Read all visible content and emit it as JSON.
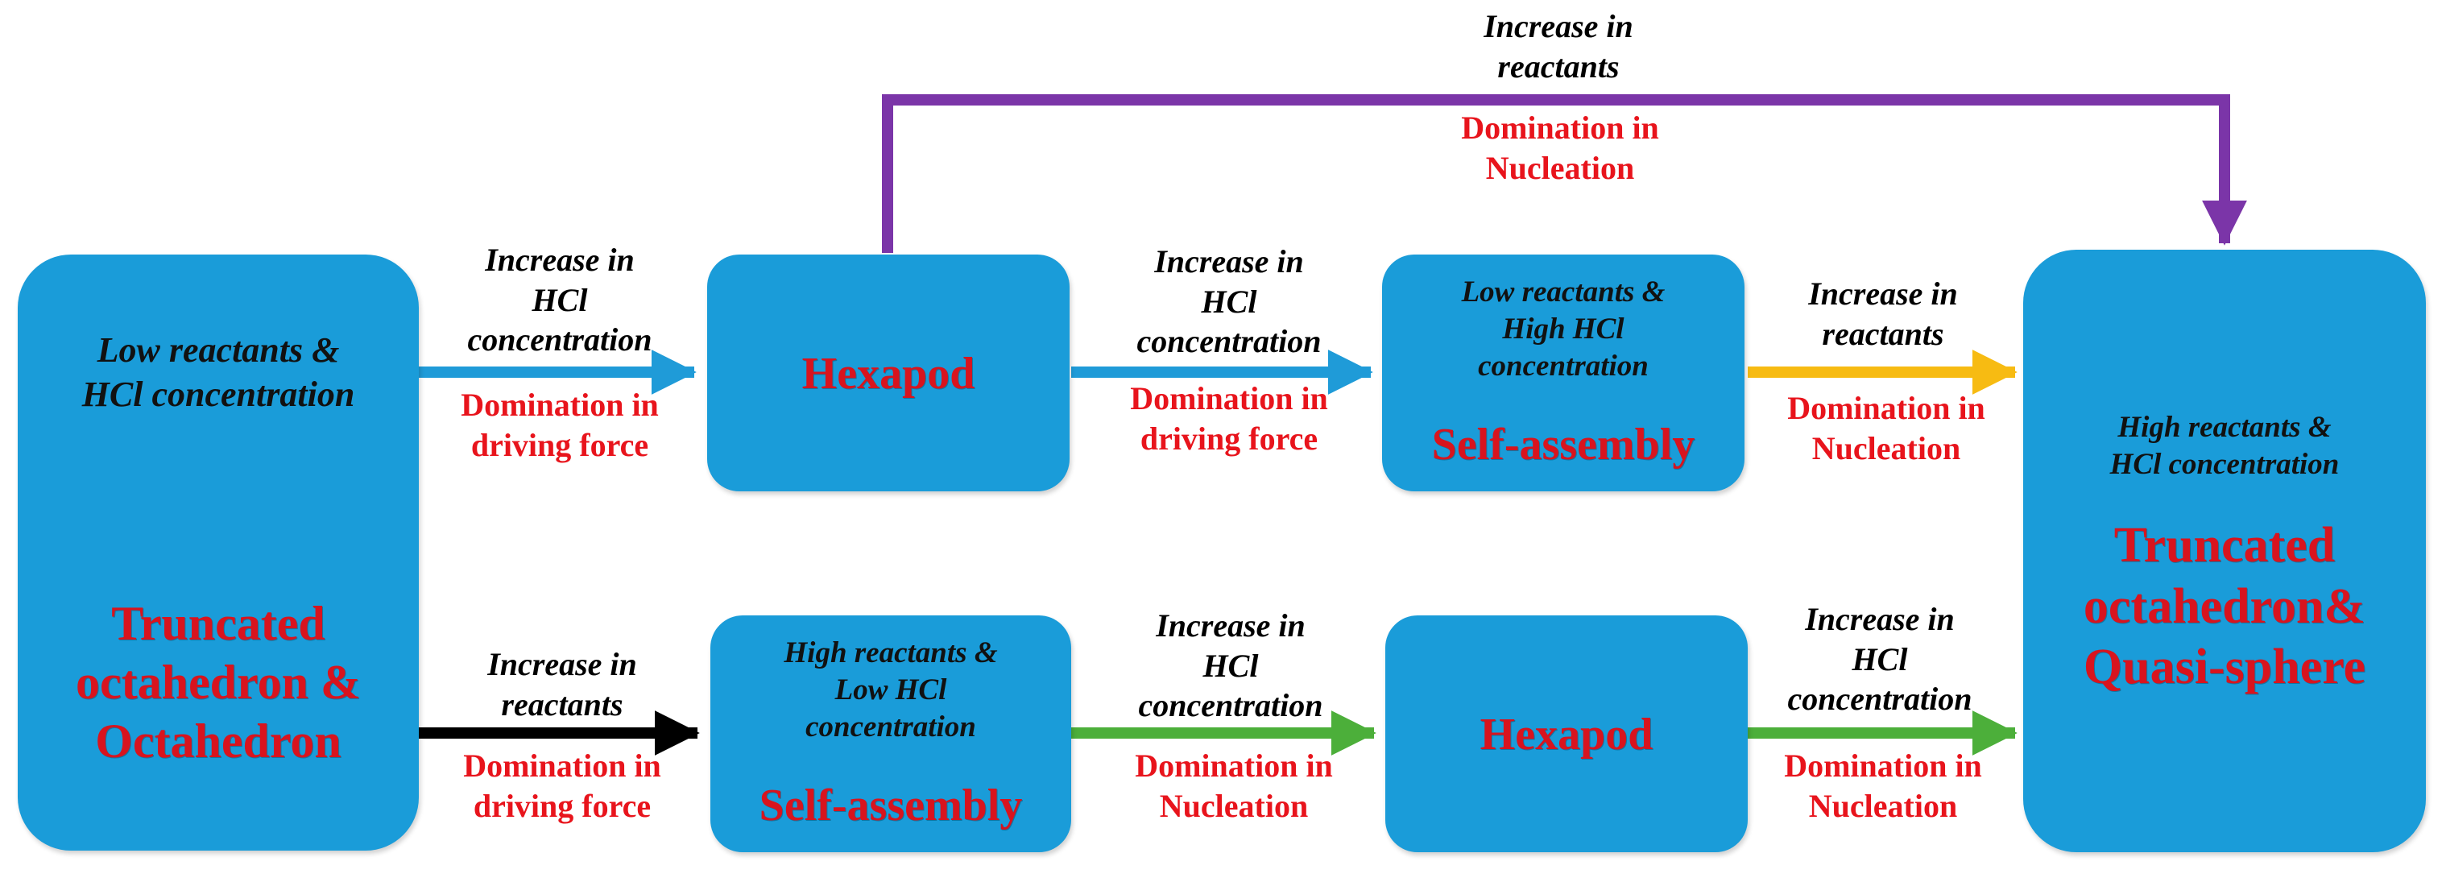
{
  "nodes": {
    "start": {
      "condition": "Low reactants &\nHCl concentration",
      "shape": "Truncated\noctahedron &\nOctahedron"
    },
    "hexapod_top": {
      "shape": "Hexapod"
    },
    "self_assembly_top": {
      "condition": "Low reactants &\nHigh HCl\nconcentration",
      "shape": "Self-assembly"
    },
    "self_assembly_bottom": {
      "condition": "High reactants &\nLow HCl\nconcentration",
      "shape": "Self-assembly"
    },
    "hexapod_bottom": {
      "shape": "Hexapod"
    },
    "end": {
      "condition": "High reactants  &\nHCl concentration",
      "shape": "Truncated\noctahedron&\nQuasi-sphere"
    }
  },
  "edges": {
    "start_to_hexapod_top": {
      "condition": "Increase in\nHCl\nconcentration",
      "domination": "Domination in\ndriving force",
      "color": "#1f9bd8"
    },
    "hexapod_top_to_self_assembly_top": {
      "condition": "Increase in\nHCl\nconcentration",
      "domination": "Domination in\ndriving force",
      "color": "#1f9bd8"
    },
    "self_assembly_top_to_end": {
      "condition": "Increase in\nreactants",
      "domination": "Domination in\nNucleation",
      "color": "#f7bb12"
    },
    "start_to_self_assembly_bottom": {
      "condition": "Increase in\nreactants",
      "domination": "Domination in\ndriving force",
      "color": "#000000"
    },
    "self_assembly_bottom_to_hexapod_bottom": {
      "condition": "Increase in\nHCl\nconcentration",
      "domination": "Domination in\nNucleation",
      "color": "#4caf3a"
    },
    "hexapod_bottom_to_end": {
      "condition": "Increase in\nHCl\nconcentration",
      "domination": "Domination in\nNucleation",
      "color": "#4caf3a"
    },
    "hexapod_top_to_end": {
      "condition": "Increase in\nreactants",
      "domination": "Domination in\nNucleation",
      "color": "#7b35a8"
    }
  }
}
